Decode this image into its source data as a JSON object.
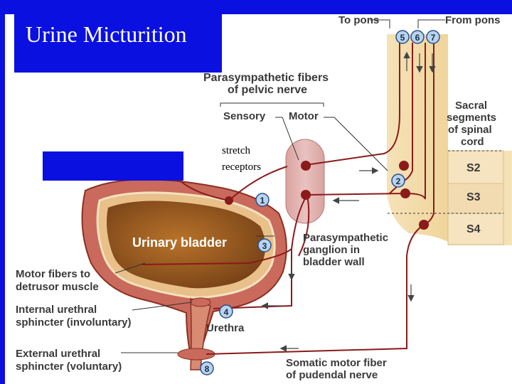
{
  "title": "Urine Micturition",
  "labels": {
    "to_pons": "To pons",
    "from_pons": "From pons",
    "parasympathetic_fibers_line1": "Parasympathetic fibers",
    "parasympathetic_fibers_line2": "of pelvic nerve",
    "sensory": "Sensory",
    "motor": "Motor",
    "sacral_line1": "Sacral",
    "sacral_line2": "segments",
    "sacral_line3": "of spinal",
    "sacral_line4": "cord",
    "stretch_line1": "stretch",
    "stretch_line2": "receptors",
    "s2": "S2",
    "s3": "S3",
    "s4": "S4",
    "urinary_bladder": "Urinary bladder",
    "ganglion_line1": "Parasympathetic",
    "ganglion_line2": "ganglion in",
    "ganglion_line3": "bladder wall",
    "motor_fibers_line1": "Motor fibers to",
    "motor_fibers_line2": "detrusor muscle",
    "internal_line1": "Internal urethral",
    "internal_line2": "sphincter (involuntary)",
    "urethra": "Urethra",
    "external_line1": "External urethral",
    "external_line2": "sphincter (voluntary)",
    "somatic_line1": "Somatic motor fiber",
    "somatic_line2": "of pudendal nerve"
  },
  "markers": [
    "1",
    "2",
    "3",
    "4",
    "5",
    "6",
    "7",
    "8"
  ],
  "colors": {
    "slide_blue": "#0a10e0",
    "nerve": "#8b1a1a",
    "bladder_outer": "#c96a5c",
    "bladder_inner": "#9a5a1e",
    "spinal_cord": "#f2d9a6",
    "marker_fill": "#b8d4ee",
    "marker_stroke": "#2a4f8a"
  }
}
